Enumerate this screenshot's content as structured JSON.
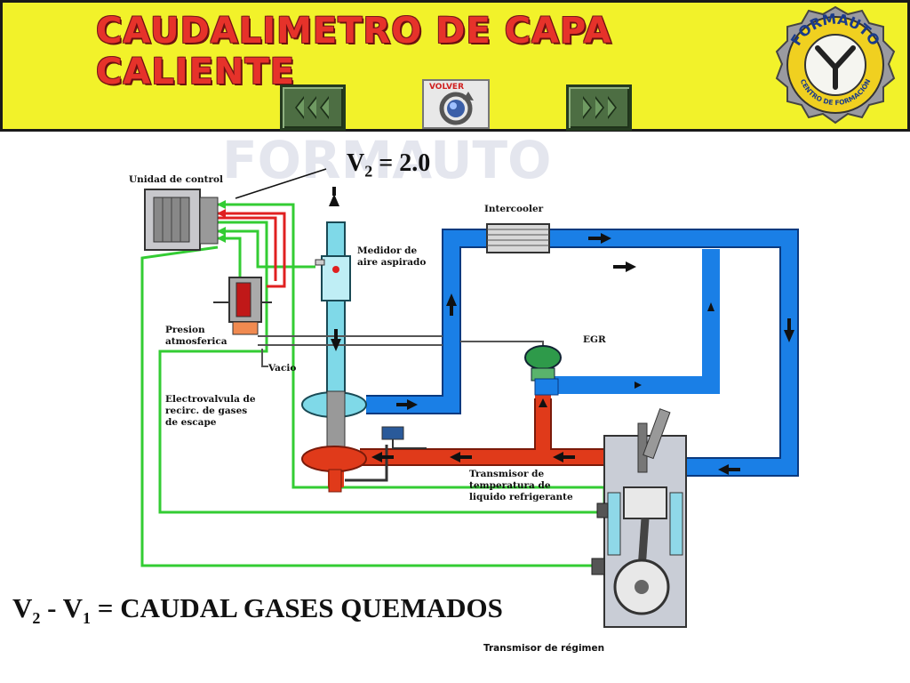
{
  "header": {
    "title": "CAUDALIMETRO DE CAPA CALIENTE",
    "volver_label": "VOLVER",
    "logo": {
      "brand": "FORMAUTO",
      "subtitle": "CENTRO DE FORMACIÓN"
    }
  },
  "equation_top": {
    "var": "V",
    "sub": "2",
    "rest": " = 2.0"
  },
  "formula": {
    "v2": "V",
    "v2_sub": "2",
    "minus": " - V",
    "v1_sub": "1",
    "rest": " = CAUDAL GASES QUEMADOS"
  },
  "labels": {
    "unidad": "Unidad de control",
    "intercooler": "Intercooler",
    "medidor_1": "Medidor de",
    "medidor_2": "aire aspirado",
    "presion_1": "Presion",
    "presion_2": "atmosferica",
    "vacio": "Vacio",
    "egr": "EGR",
    "electro_1": "Electrovalvula de",
    "electro_2": "recirc. de gases",
    "electro_3": "de escape",
    "transmisor_1": "Transmisor de",
    "transmisor_2": "temperatura de",
    "transmisor_3": "liquido refrigerante",
    "regimen": "Transmisor de régimen"
  },
  "colors": {
    "header_bg": "#f2f22a",
    "title": "#e6322a",
    "intake_pipe": "#1a7fe6",
    "exhaust_pipe": "#e03a1a",
    "air_inlet": "#7fd9e8",
    "signal_wire": "#33cc33",
    "control_wire": "#e02020"
  }
}
